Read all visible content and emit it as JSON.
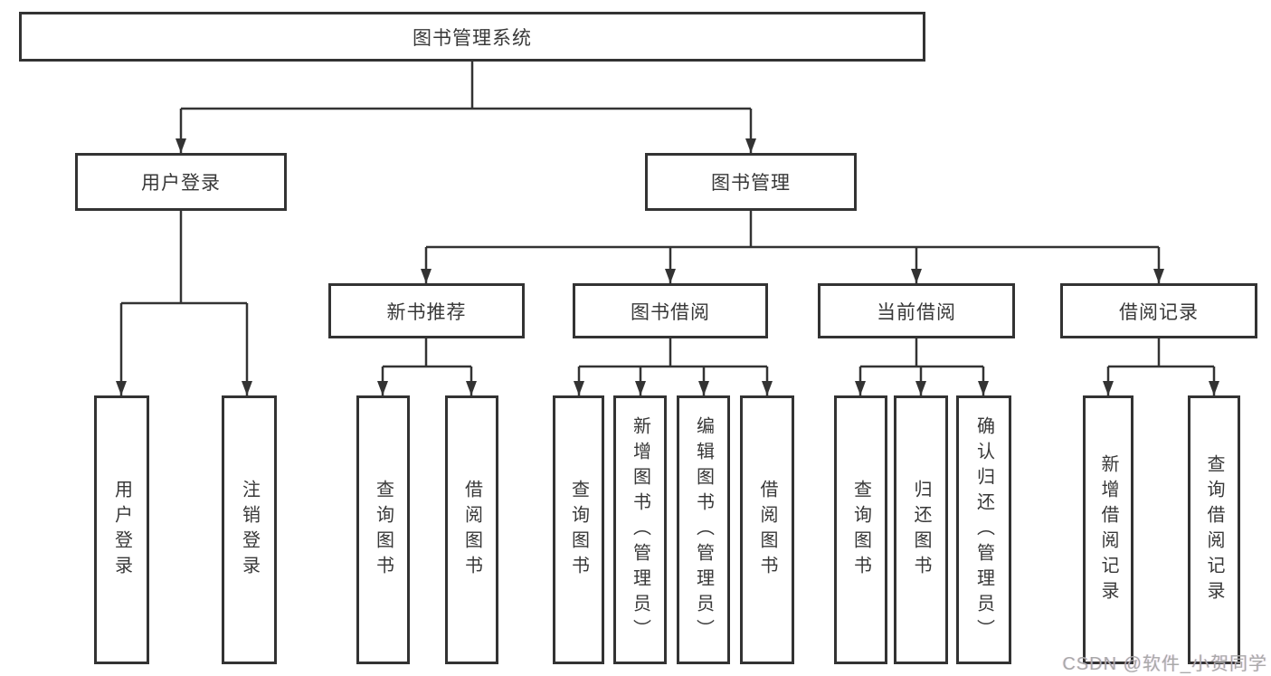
{
  "diagram": {
    "watermark": "CSDN @软件_小贺同学",
    "colors": {
      "line": "#333333",
      "box_border": "#333333",
      "text": "#383838",
      "watermark_text": "#a9a9a9",
      "background": "#ffffff"
    }
  },
  "tree": {
    "root": {
      "label": "图书管理系统",
      "children": [
        {
          "label": "用户登录",
          "children": [
            {
              "label": "用户登录"
            },
            {
              "label": "注销登录"
            }
          ]
        },
        {
          "label": "图书管理",
          "children": [
            {
              "label": "新书推荐",
              "children": [
                {
                  "label": "查询图书"
                },
                {
                  "label": "借阅图书"
                }
              ]
            },
            {
              "label": "图书借阅",
              "children": [
                {
                  "label": "查询图书"
                },
                {
                  "label": "新增图书（管理员）"
                },
                {
                  "label": "编辑图书（管理员）"
                },
                {
                  "label": "借阅图书"
                }
              ]
            },
            {
              "label": "当前借阅",
              "children": [
                {
                  "label": "查询图书"
                },
                {
                  "label": "归还图书"
                },
                {
                  "label": "确认归还（管理员）"
                }
              ]
            },
            {
              "label": "借阅记录",
              "children": [
                {
                  "label": "新增借阅记录"
                },
                {
                  "label": "查询借阅记录"
                }
              ]
            }
          ]
        }
      ]
    }
  }
}
